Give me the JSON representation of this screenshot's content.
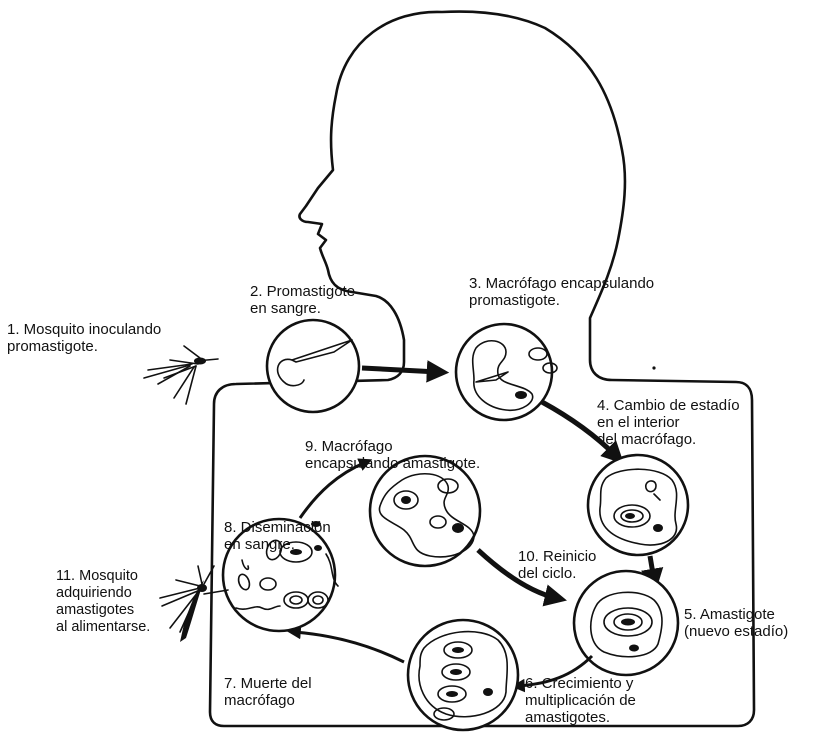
{
  "labels": {
    "l1": "1. Mosquito inoculando\npromastigote.",
    "l2": "2. Promastigote\nen sangre.",
    "l3": "3. Macrófago encapsulando\npromastigote.",
    "l4": "4. Cambio de estadío\nen el interior\ndel macrófago.",
    "l5": "5. Amastigote\n(nuevo estadío)",
    "l6": "6. Crecimiento y\nmultiplicación de\namastigotes.",
    "l7": "7. Muerte del\nmacrófago",
    "l8": "8. Diseminación\nen sangre.",
    "l9": "9. Macrófago\nencapsulando amastigote.",
    "l10": "10. Reinicio\ndel ciclo.",
    "l11": "11. Mosquito\nadquiriendo\namastigotes\nal alimentarse."
  }
}
